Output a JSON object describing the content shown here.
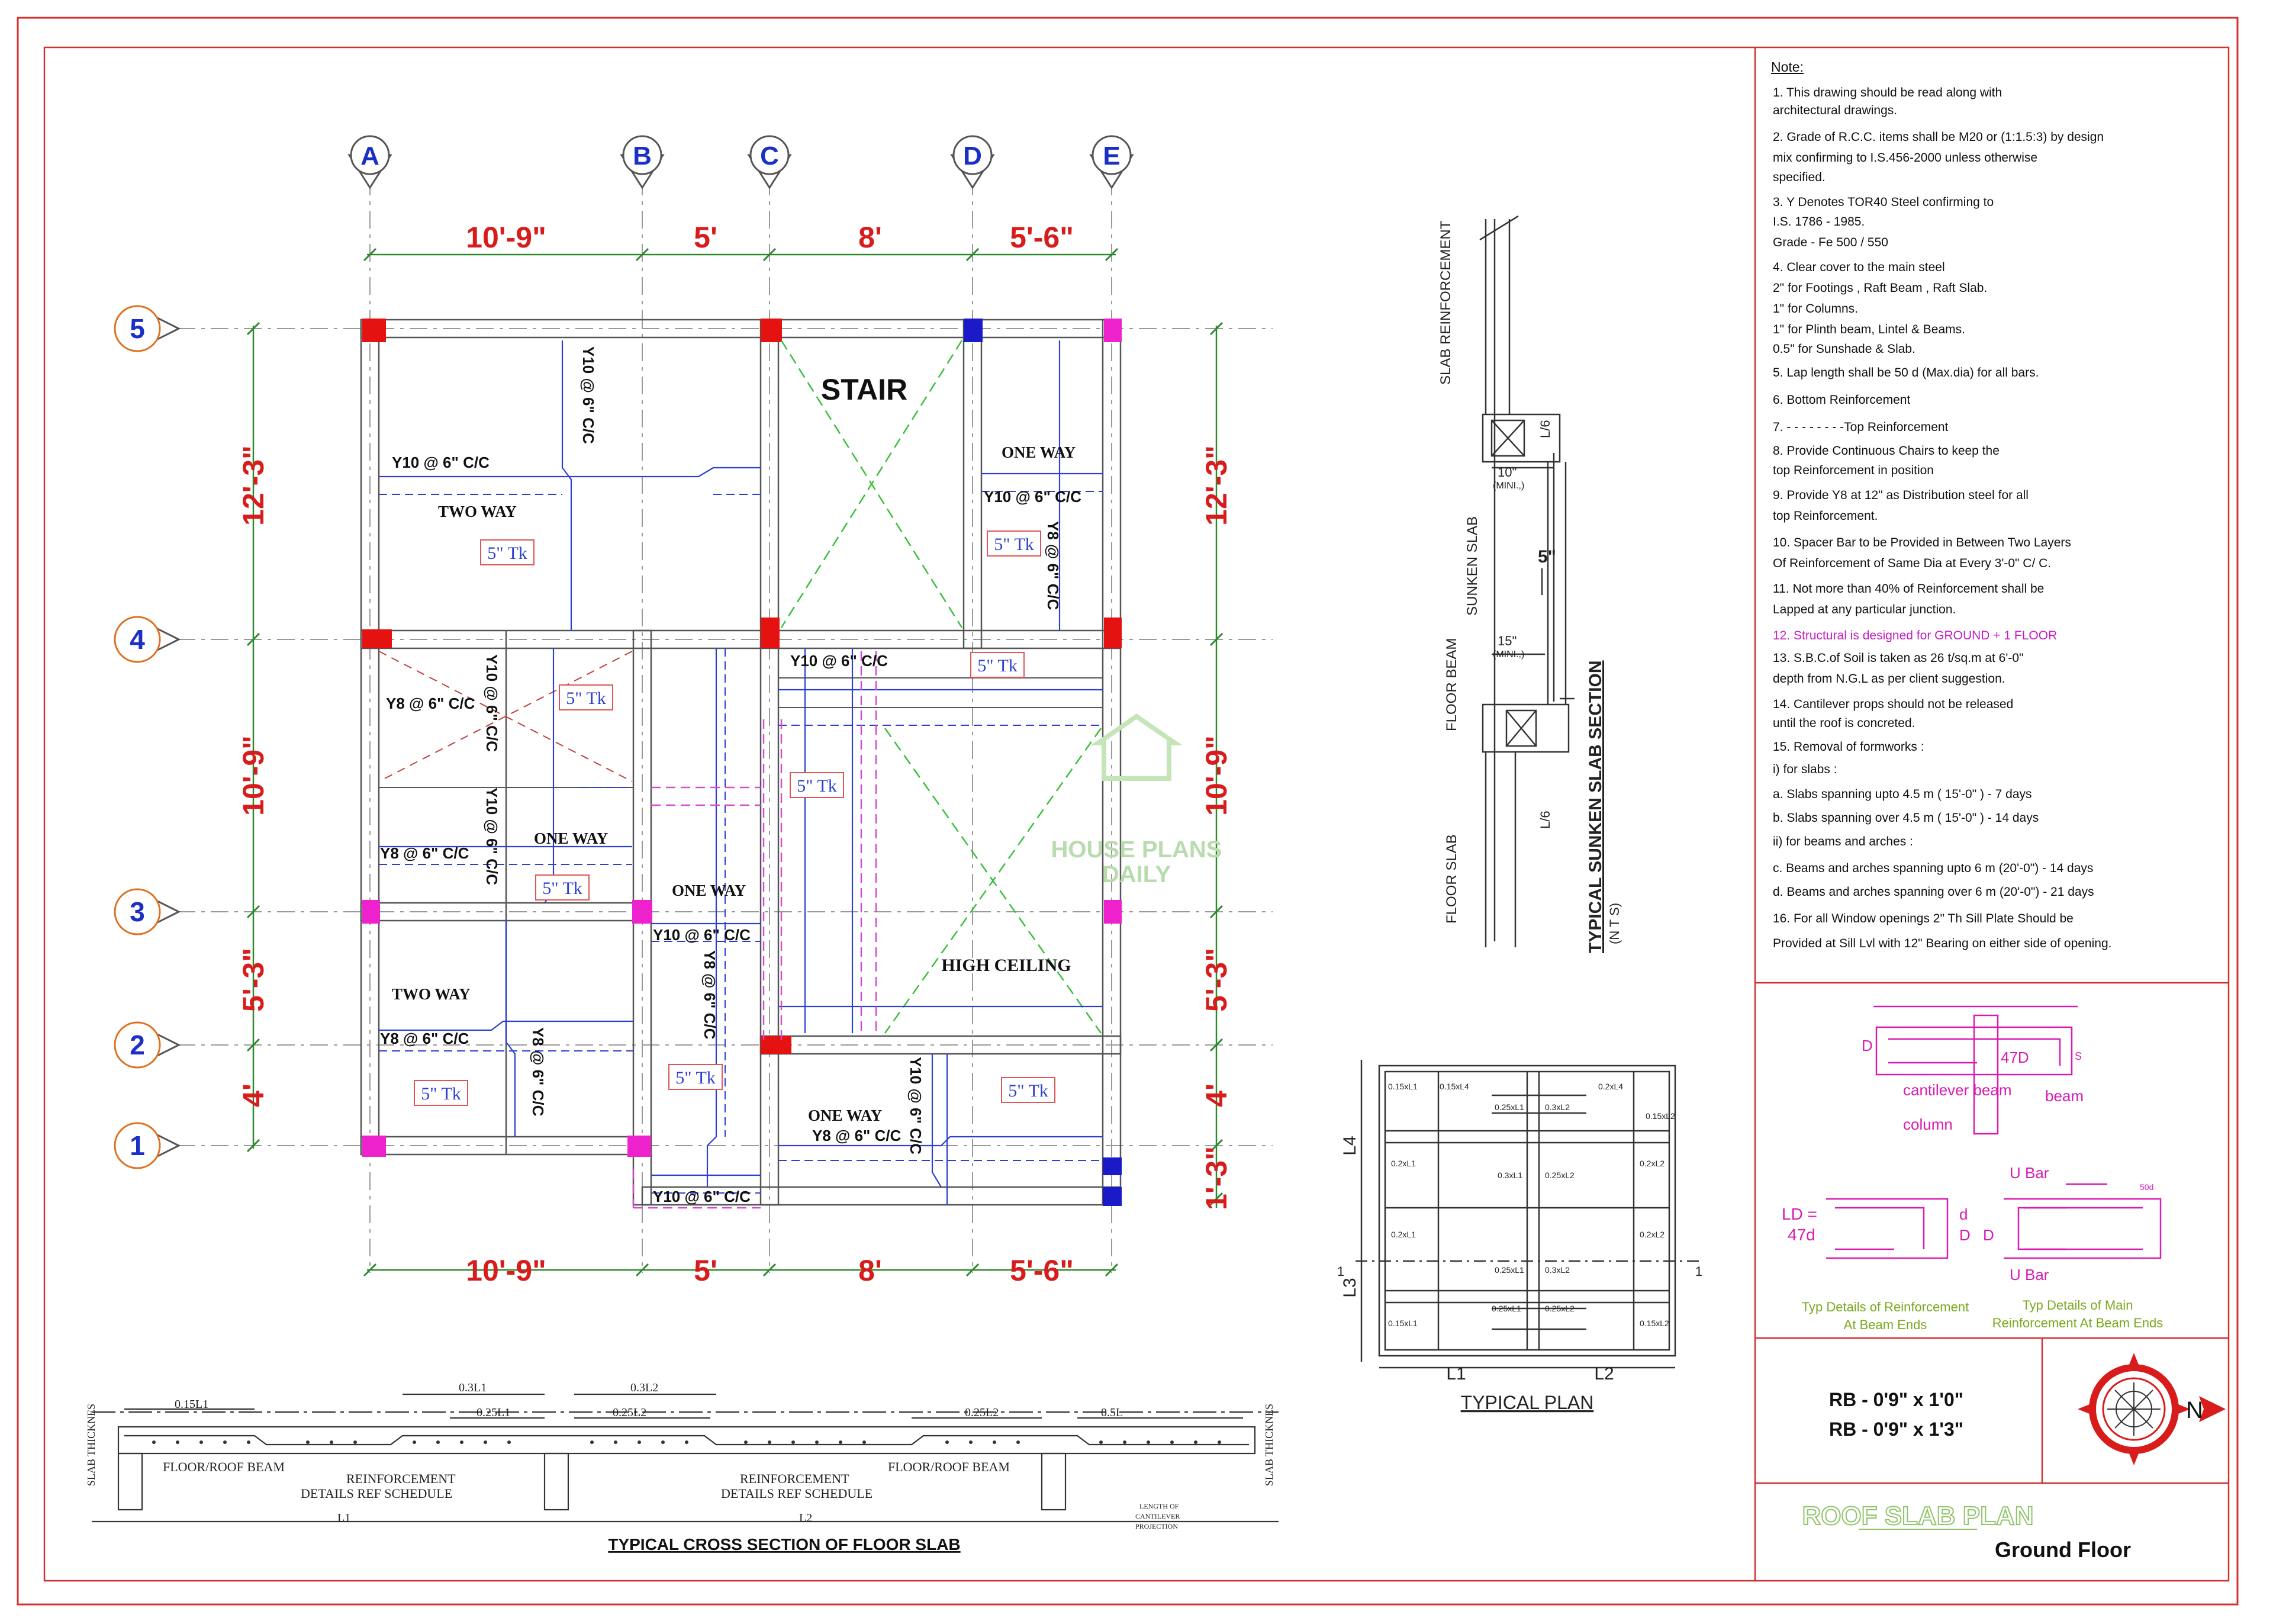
{
  "grid_columns": [
    "A",
    "B",
    "C",
    "D",
    "E"
  ],
  "grid_rows": [
    "5",
    "4",
    "3",
    "2",
    "1"
  ],
  "dims_top": [
    "10'-9\"",
    "5'",
    "8'",
    "5'-6\""
  ],
  "dims_bottom": [
    "10'-9\"",
    "5'",
    "8'",
    "5'-6\""
  ],
  "dims_left": [
    "12'-3\"",
    "10'-9\"",
    "5'-3\"",
    "4'"
  ],
  "dims_right": [
    "12'-3\"",
    "10'-9\"",
    "5'-3\"",
    "4'",
    "1'-3\""
  ],
  "rooms": {
    "stair": "STAIR",
    "high_ceiling": "HIGH CEILING"
  },
  "slab_labels": {
    "one_way": "ONE WAY",
    "two_way": "TWO WAY",
    "tk": "5\" Tk"
  },
  "rebar": {
    "y10": "Y10 @ 6\" C/C",
    "y8": "Y8 @ 6\" C/C"
  },
  "notes": {
    "title": "Note:",
    "lines": [
      "1.  This drawing should be read along with",
      "       architectural drawings.",
      "2.  Grade of R.C.C. items shall be M20 or (1:1.5:3) by design",
      "      mix confirming to I.S.456-2000 unless otherwise",
      "        specified.",
      "3.  Y Denotes TOR40 Steel confirming to",
      "       I.S. 1786 - 1985.",
      "       Grade - Fe 500 / 550",
      "4.  Clear cover to the main steel",
      "   2\"  for Footings , Raft Beam , Raft Slab.",
      "   1\" for Columns.",
      "   1\"   for Plinth beam, Lintel & Beams.",
      "  0.5\" for Sunshade & Slab.",
      "5.  Lap length shall be 50 d (Max.dia) for all bars.",
      "6.                 Bottom Reinforcement",
      "7.  - - - - - - - -Top Reinforcement",
      "8.  Provide Continuous Chairs to keep the",
      "       top Reinforcement in position",
      "9.  Provide Y8 at 12\" as Distribution steel for all",
      "top Reinforcement.",
      "10. Spacer Bar to be Provided in Between Two Layers",
      "      Of Reinforcement of Same Dia at Every  3'-0\"  C/ C.",
      "11.  Not more than 40% of Reinforcement shall be",
      "        Lapped at any particular junction.",
      "12. Structural is designed for  GROUND + 1 FLOOR",
      "13.  S.B.C.of Soil is taken as 26 t/sq.m  at 6'-0\"",
      "      depth from N.G.L as per client suggestion.",
      "14.  Cantilever props should not be released",
      "   until the roof is concreted.",
      "15. Removal of formworks :",
      "     i)  for slabs :",
      "           a.  Slabs spanning upto 4.5 m ( 15'-0\" ) - 7 days",
      "           b.  Slabs spanning over 4.5 m ( 15'-0\" ) - 14 days",
      "     ii) for beams and arches :",
      "              c. Beams and arches spanning upto 6 m (20'-0\") - 14 days",
      "              d. Beams and arches spanning over 6 m (20'-0\") - 21 days",
      "16.  For all Window openings 2\" Th Sill Plate Should be",
      "         Provided at Sill Lvl with 12\" Bearing on either side of opening."
    ]
  },
  "beam_details": {
    "d": "D",
    "47d": "47D",
    "s": "S",
    "cantilever_beam": "cantilever beam",
    "column": "column",
    "beam": "beam",
    "small_d": "d",
    "ld": "LD =",
    "ld_val": "47d",
    "u_bar": "U Bar",
    "u_bar2": "U Bar",
    "fifty_d": "50d",
    "caption1": "Typ Details of Reinforcement",
    "caption1b": "At Beam Ends",
    "caption2": "Typ Details of Main",
    "caption2b": "Reinforcement At Beam Ends"
  },
  "beam_sizes": [
    "RB - 0'9\" x 1'0\"",
    "RB - 0'9\" x 1'3\""
  ],
  "compass": {
    "north": "N"
  },
  "title_block": {
    "title": "ROOF SLAB PLAN",
    "subtitle": "Ground Floor"
  },
  "watermark": {
    "line1": "HOUSE PLANS",
    "line2": "DAILY"
  },
  "sunken_section": {
    "title": "TYPICAL  SUNKEN  SLAB  SECTION",
    "nts": "(N T S)",
    "slab_reinf": "SLAB  REINFORCEMENT",
    "sunken_slab": "SUNKEN  SLAB",
    "floor_beam": "FLOOR  BEAM",
    "floor_slab": "FLOOR  SLAB",
    "dim10": "10\"",
    "dim15": "15\"",
    "mini": "(MINI.,)",
    "l6": "L/6",
    "depth5": "5\""
  },
  "typical_plan": {
    "title": "TYPICAL  PLAN",
    "l1": "L1",
    "l2": "L2",
    "l3": "L3",
    "l4": "L4",
    "sec": "1"
  },
  "cross_section": {
    "title": "TYPICAL CROSS SECTION OF FLOOR SLAB",
    "floor_beam": "FLOOR/ROOF BEAM",
    "reinf": "REINFORCEMENT",
    "reinf2": "DETAILS REF SCHEDULE",
    "slab_thk": "SLAB THICKNES",
    "l1": "L1",
    "l2": "L2",
    "d015l1": "0.15L1",
    "d03l1": "0.3L1",
    "d025l1": "0.25L1",
    "d03l2": "0.3L2",
    "d025l2": "0.25L2",
    "d05l": "0.5L",
    "cant": "LENGTH OF",
    "cant2": "CANTILEVER",
    "cant3": "PROJECTION"
  }
}
